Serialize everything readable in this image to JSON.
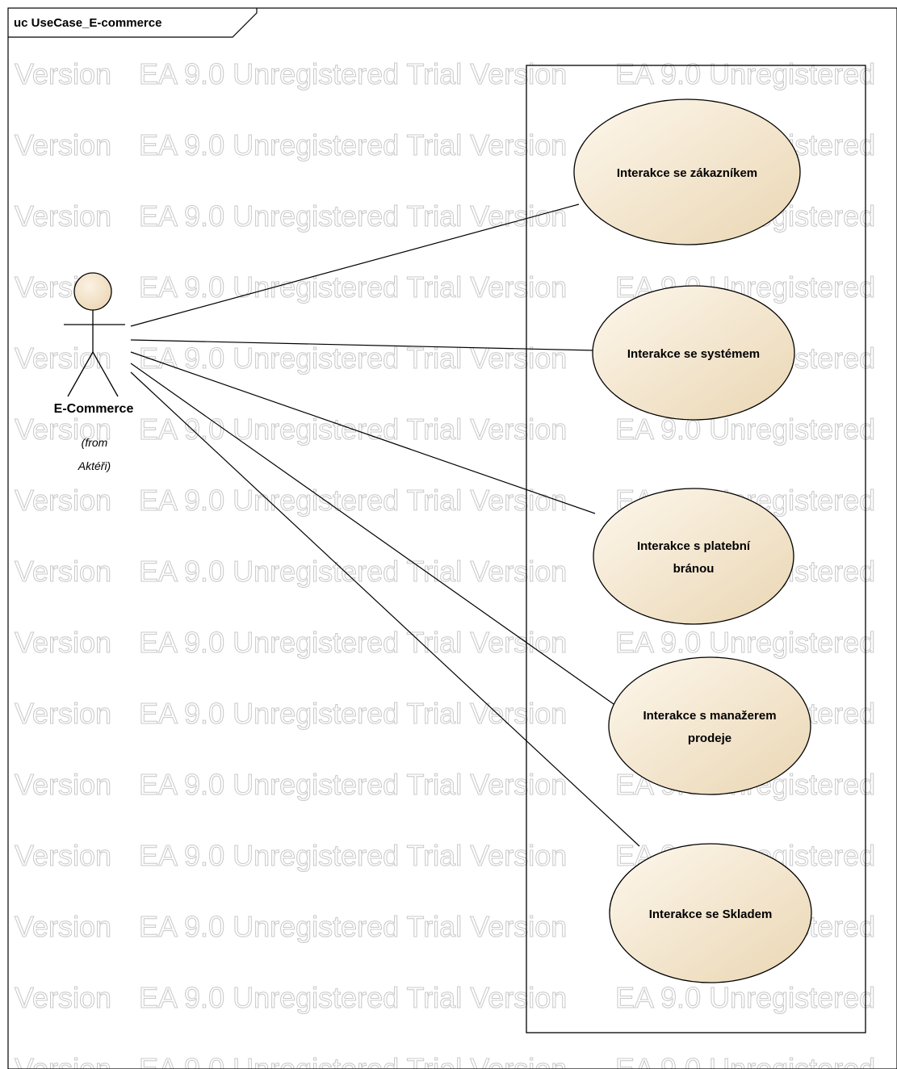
{
  "frame": {
    "title": "uc UseCase_E-commerce"
  },
  "watermark": {
    "text_a": "Version",
    "text_b": "EA 9.0 Unregistered Trial Version",
    "text_c": "EA 9.0 Unregistered"
  },
  "actor": {
    "name": "E-Commerce",
    "from_line1": "(from",
    "from_line2": "Aktéři)"
  },
  "use_cases": [
    {
      "id": "uc1",
      "lines": [
        "Interakce se zákazníkem"
      ]
    },
    {
      "id": "uc2",
      "lines": [
        "Interakce se systémem"
      ]
    },
    {
      "id": "uc3",
      "lines": [
        "Interakce s platební",
        "bránou"
      ]
    },
    {
      "id": "uc4",
      "lines": [
        "Interakce s manažerem",
        "prodeje"
      ]
    },
    {
      "id": "uc5",
      "lines": [
        "Interakce se Skladem"
      ]
    }
  ],
  "colors": {
    "use_case_fill_light": "#fdf6ea",
    "use_case_fill_dark": "#ead7b7",
    "actor_head": "#f2e0c4",
    "watermark_stroke": "#c8c8c8"
  }
}
